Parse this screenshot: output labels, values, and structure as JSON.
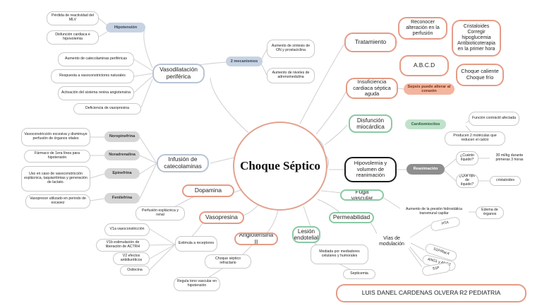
{
  "center": {
    "title": "Choque Séptico"
  },
  "vasodilatacion": {
    "title": "Vasodilatación periférica",
    "hipotension": {
      "label": "Hipotensión",
      "items": [
        "Pérdida de reactividad del MLV",
        "Disfunción cardiaca e hipovolemia"
      ]
    },
    "mecanismos": {
      "label": "2 mecanismos",
      "items": [
        "Aumento de síntesis de ON y prostaciclina",
        "Aumento de niveles de adrenomedulina"
      ]
    },
    "causes": [
      "Aumento de catecolaminas periféricas",
      "Respuesta a vasoconstrictores naturales",
      "Activación del sistema renina angiotensina",
      "Deficiencia de vasopresina"
    ]
  },
  "infusion": {
    "title": "Infusión de catecolaminas",
    "drugs": [
      {
        "name": "Norepinefrina",
        "desc": "Vasoconstricción excesiva y disminuye perfusión de órganos vitales"
      },
      {
        "name": "Noradrenalina",
        "desc": "Fármaco de 1era línea para hipotensión"
      },
      {
        "name": "Epinefrina",
        "desc": "Uso en caso de vasoconstricción esplácnica, taquiarritmias y generación de lactato."
      },
      {
        "name": "Fenilefrina",
        "desc": "Vasopresor utilizado en periodo de escasez"
      }
    ]
  },
  "dopamina": {
    "title": "Dopamina",
    "note": "Perfusión esplácnica y renal"
  },
  "vasopresina": {
    "title": "Vasopresina",
    "estimula": "Estimula a receptores",
    "receptors": [
      "V1a vasoconstricción",
      "V1b estimulación de liberación de ACTRH",
      "V2 efectos antidiuréticos",
      "Oxitocina"
    ]
  },
  "angiotensina": {
    "title": "Angiotensina II",
    "choque": "Choque séptico refractario",
    "regula": "Regula tono vascular en hipotensión"
  },
  "tratamiento": {
    "title": "Tratamiento",
    "reconocer": "Reconocer alteración en la perfusión",
    "cristaloides": "Cristaloides Corregir hipoglucemia Antibioticoterapia en la primer hora",
    "abcd": "A.B.C.D",
    "choque": "Choque caliente Choque frío"
  },
  "insuficiencia": {
    "title": "Insuficiencia cardiaca séptica aguda",
    "note": "Sepsis puede alterar al corazón"
  },
  "disfuncion": {
    "title": "Disfunción miocárdica",
    "pill": "Cardiomiocitos",
    "items": [
      "Función contráctil afectada",
      "Producen 2 moléculas que reducen el calcio"
    ]
  },
  "hipovolemia": {
    "title": "Hipovolemia y volumen de reanimación",
    "pill": "Reanimación",
    "q1": "¿Cuánto líquido?",
    "a1": "30 ml/kg durante primeras 3 horas",
    "q2": "¿Qué tipo de líquido?",
    "a2": "cristaloides"
  },
  "fuga": {
    "title": "Fuga vascular",
    "item": "Aumento de la presión hidrostática transmural capilar",
    "edema": "Edema de órganos"
  },
  "permeabilidad": {
    "title": "Permeabilidad"
  },
  "lesion": {
    "title": "Lesión endotelial",
    "mediada": "Mediada por mediadores celulares y humorales",
    "septicemia": "Septicemia"
  },
  "vias": {
    "title": "Vías de modulación",
    "items": [
      "HTA",
      "S1P/Rac4",
      "ANG1 y ANG2",
      "S1P"
    ]
  },
  "author": {
    "name": "LUIS DANEL CARDENAS OLVERA R2 PEDIATRIA"
  },
  "colors": {
    "line": "#cfcfcf",
    "brain_left": "#2b2b2b",
    "brain_right": "#d7d7d7"
  }
}
